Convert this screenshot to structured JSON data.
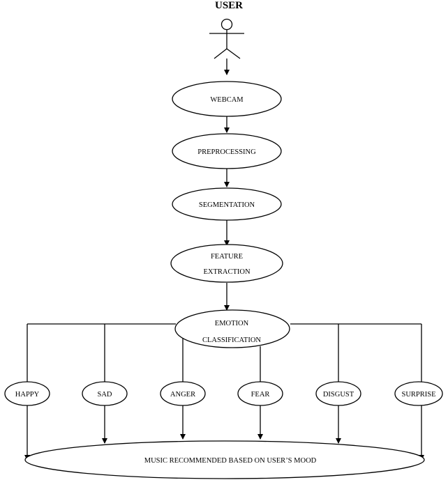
{
  "title": "USER",
  "nodes": {
    "webcam": "WEBCAM",
    "preprocessing": "PREPROCESSING",
    "segmentation": "SEGMENTATION",
    "feature_extraction": [
      "FEATURE",
      "EXTRACTION"
    ],
    "emotion_classification": [
      "EMOTION",
      "CLASSIFICATION"
    ],
    "music": "MUSIC RECOMMENDED BASED ON USER’S MOOD"
  },
  "emotions": [
    "HAPPY",
    "SAD",
    "ANGER",
    "FEAR",
    "DISGUST",
    "SURPRISE"
  ],
  "colors": {
    "stroke": "#000000",
    "background": "#ffffff"
  }
}
